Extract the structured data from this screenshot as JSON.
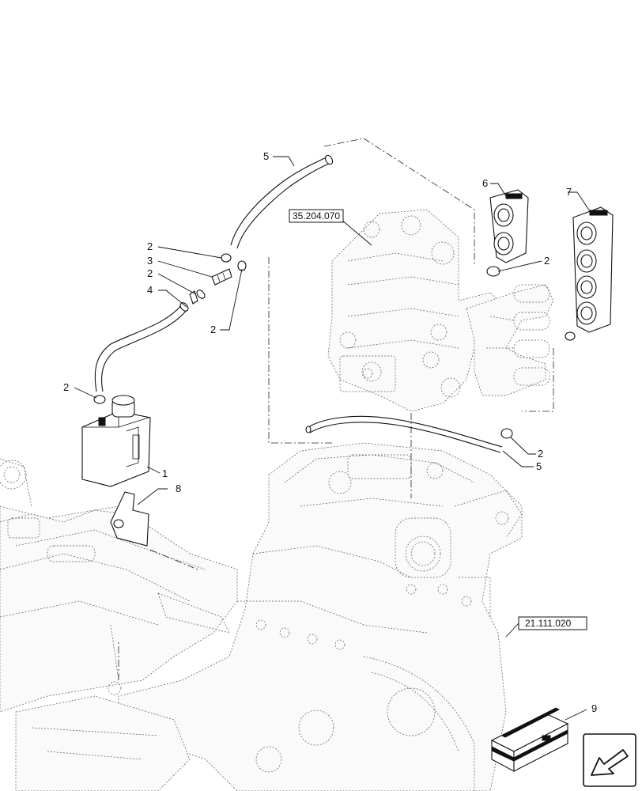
{
  "references": [
    {
      "id": "ref-valve",
      "label": "35.204.070"
    },
    {
      "id": "ref-axle",
      "label": "21.111.020"
    }
  ],
  "callouts": {
    "c1": "1",
    "c2a": "2",
    "c2b": "2",
    "c2c": "2",
    "c2d": "2",
    "c2e": "2",
    "c2f": "2",
    "c3": "3",
    "c4": "4",
    "c5a": "5",
    "c5b": "5",
    "c6": "6",
    "c7": "7",
    "c8": "8",
    "c9": "9"
  },
  "icons": {
    "nav": "arrow-back-icon",
    "kit": "parts-box-icon"
  }
}
